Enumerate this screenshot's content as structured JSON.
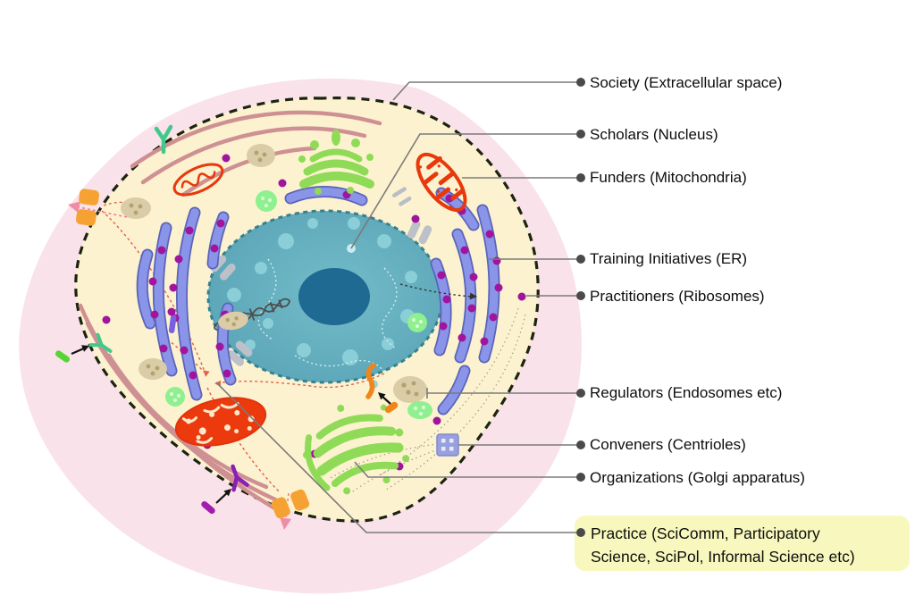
{
  "figure": {
    "type": "annotated-cell-diagram",
    "description": "Science communication ecosystem mapped onto a eukaryotic cell",
    "labels": [
      {
        "id": "society",
        "text": "Society (Extracellular space)",
        "target": "extracellular-space",
        "highlighted": false
      },
      {
        "id": "scholars",
        "text": "Scholars (Nucleus)",
        "target": "nucleus",
        "highlighted": false
      },
      {
        "id": "funders",
        "text": "Funders (Mitochondria)",
        "target": "mitochondrion",
        "highlighted": false
      },
      {
        "id": "training-initiatives",
        "text": "Training Initiatives (ER)",
        "target": "endoplasmic-reticulum",
        "highlighted": false
      },
      {
        "id": "practitioners",
        "text": "Practitioners (Ribosomes)",
        "target": "ribosome",
        "highlighted": false
      },
      {
        "id": "regulators",
        "text": "Regulators (Endosomes etc)",
        "target": "endosome",
        "highlighted": false
      },
      {
        "id": "conveners",
        "text": "Conveners (Centrioles)",
        "target": "centriole",
        "highlighted": false
      },
      {
        "id": "organizations",
        "text": "Organizations (Golgi apparatus)",
        "target": "golgi-apparatus",
        "highlighted": false
      },
      {
        "id": "practice",
        "text": "Practice (SciComm, Participatory Science, SciPol, Informal Science etc)",
        "target": "plasma-membrane",
        "highlighted": true
      }
    ],
    "colors": {
      "extracellular": "#f9e2e9",
      "cytoplasm": "#fcf2cf",
      "membrane_dash": "#1c2410",
      "nucleus": "#5fa9ba",
      "nucleolus": "#1f6a93",
      "er": "#8a94e8",
      "ribosome": "#a0149e",
      "mitochondria": "#e8380c",
      "golgi": "#8fdb57",
      "lysosome": "#8ff08f",
      "endosome": "#d9cca6",
      "centriole": "#98a0dd",
      "transporter": "#f5a233",
      "filament": "#cf9093",
      "highlight_box": "#f8f8be",
      "leader_line": "#7a7a7a",
      "label_text": "#0d0d0d"
    }
  }
}
